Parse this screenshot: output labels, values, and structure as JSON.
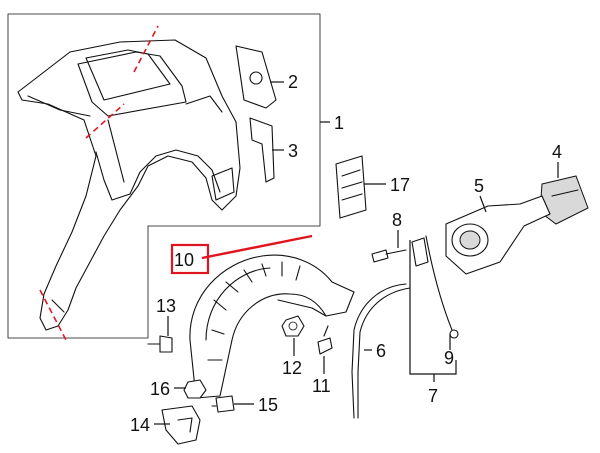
{
  "callouts": {
    "c1": "1",
    "c2": "2",
    "c3": "3",
    "c4": "4",
    "c5": "5",
    "c6": "6",
    "c7": "7",
    "c8": "8",
    "c9": "9",
    "c10": "10",
    "c11": "11",
    "c12": "12",
    "c13": "13",
    "c14": "14",
    "c15": "15",
    "c16": "16",
    "c17": "17"
  },
  "highlight": {
    "part": "10",
    "color": "#e0141e"
  },
  "colors": {
    "line": "#111111",
    "highlight": "#e0141e",
    "shade": "#d9d9d9"
  }
}
